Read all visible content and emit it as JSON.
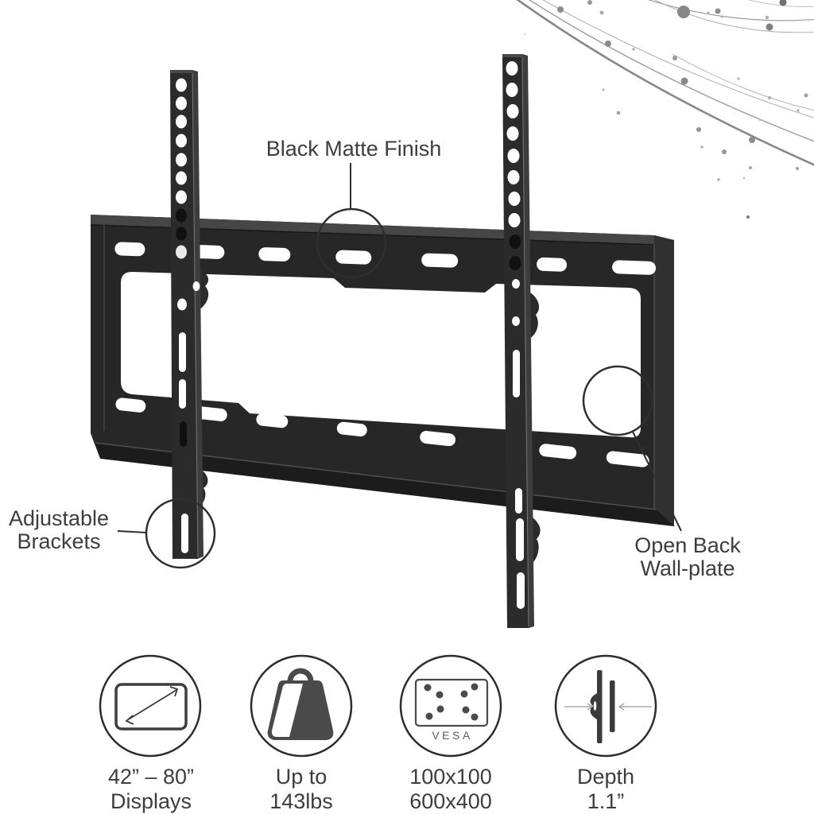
{
  "product": {
    "name": "fixed-tv-wall-mount-bracket",
    "finish": "Black Matte",
    "metal_color": "#282828",
    "background_color": "#ffffff",
    "text_color": "#3d3d3d",
    "decor_dot_color": "#8c8c8c"
  },
  "callouts": {
    "top": {
      "label": "Black Matte Finish"
    },
    "left": {
      "line1": "Adjustable",
      "line2": "Brackets"
    },
    "right": {
      "line1": "Open Back",
      "line2": "Wall-plate"
    }
  },
  "features": [
    {
      "icon": "display-size-icon",
      "line1": "42” – 80”",
      "line2": "Displays"
    },
    {
      "icon": "weight-capacity-icon",
      "line1": "Up to",
      "line2": "143lbs"
    },
    {
      "icon": "vesa-pattern-icon",
      "badge": "VESA",
      "line1": "100x100",
      "line2": "600x400"
    },
    {
      "icon": "mount-depth-icon",
      "line1": "Depth",
      "line2": "1.1”"
    }
  ]
}
